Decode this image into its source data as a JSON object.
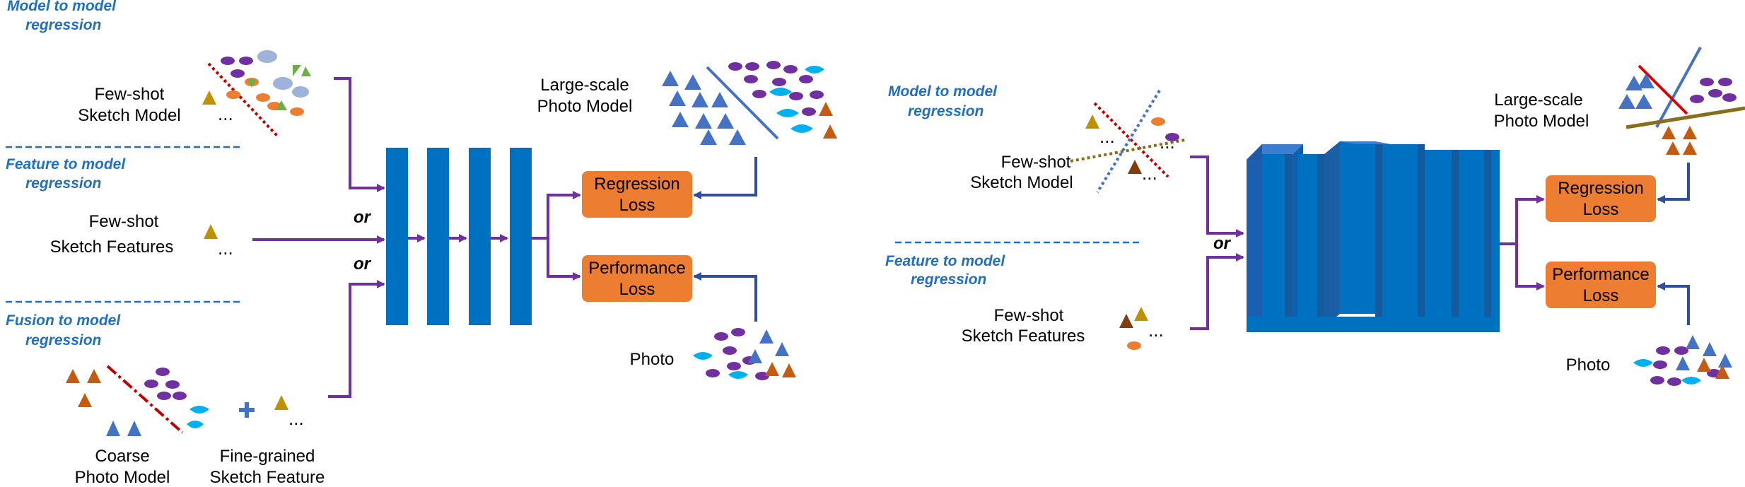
{
  "left": {
    "model_to_model": [
      "Model to model",
      "regression"
    ],
    "feature_to_model": [
      "Feature to model",
      "regression"
    ],
    "fusion_to_model": [
      "Fusion to model",
      "regression"
    ],
    "few_shot_sketch_model": [
      "Few-shot",
      "Sketch Model"
    ],
    "few_shot_sketch_features": [
      "Few-shot",
      "Sketch Features"
    ],
    "coarse_photo_model": [
      "Coarse",
      "Photo Model"
    ],
    "fine_grained_sketch_feature": [
      "Fine-grained",
      "Sketch Feature"
    ],
    "large_scale_photo_model": [
      "Large-scale",
      "Photo Model"
    ],
    "photo": "Photo",
    "or_1": "or",
    "or_2": "or",
    "regression_loss": [
      "Regression",
      "Loss"
    ],
    "performance_loss": [
      "Performance",
      "Loss"
    ],
    "ellipsis": "..."
  },
  "right": {
    "model_to_model": [
      "Model to model",
      "regression"
    ],
    "feature_to_model": [
      "Feature to model",
      "regression"
    ],
    "few_shot_sketch_model": [
      "Few-shot",
      "Sketch Model"
    ],
    "few_shot_sketch_features": [
      "Few-shot",
      "Sketch Features"
    ],
    "large_scale_photo_model": [
      "Large-scale",
      "Photo Model"
    ],
    "photo": "Photo",
    "or": "or",
    "regression_loss": [
      "Regression",
      "Loss"
    ],
    "performance_loss": [
      "Performance",
      "Loss"
    ],
    "ellipsis": "..."
  },
  "colors": {
    "header_blue": "#1f6fc4",
    "arrow_purple": "#7030a0",
    "arrow_blue": "#2e4f9c",
    "network_blue": "#0070c0",
    "loss_orange": "#ed7d31",
    "triangle_blue": "#4472c4",
    "ellipse_purple": "#7030a0",
    "blob_cyan": "#00b0f0",
    "triangle_brown": "#c55a11",
    "triangle_gold": "#bf9000",
    "dash_red": "#c00000"
  }
}
